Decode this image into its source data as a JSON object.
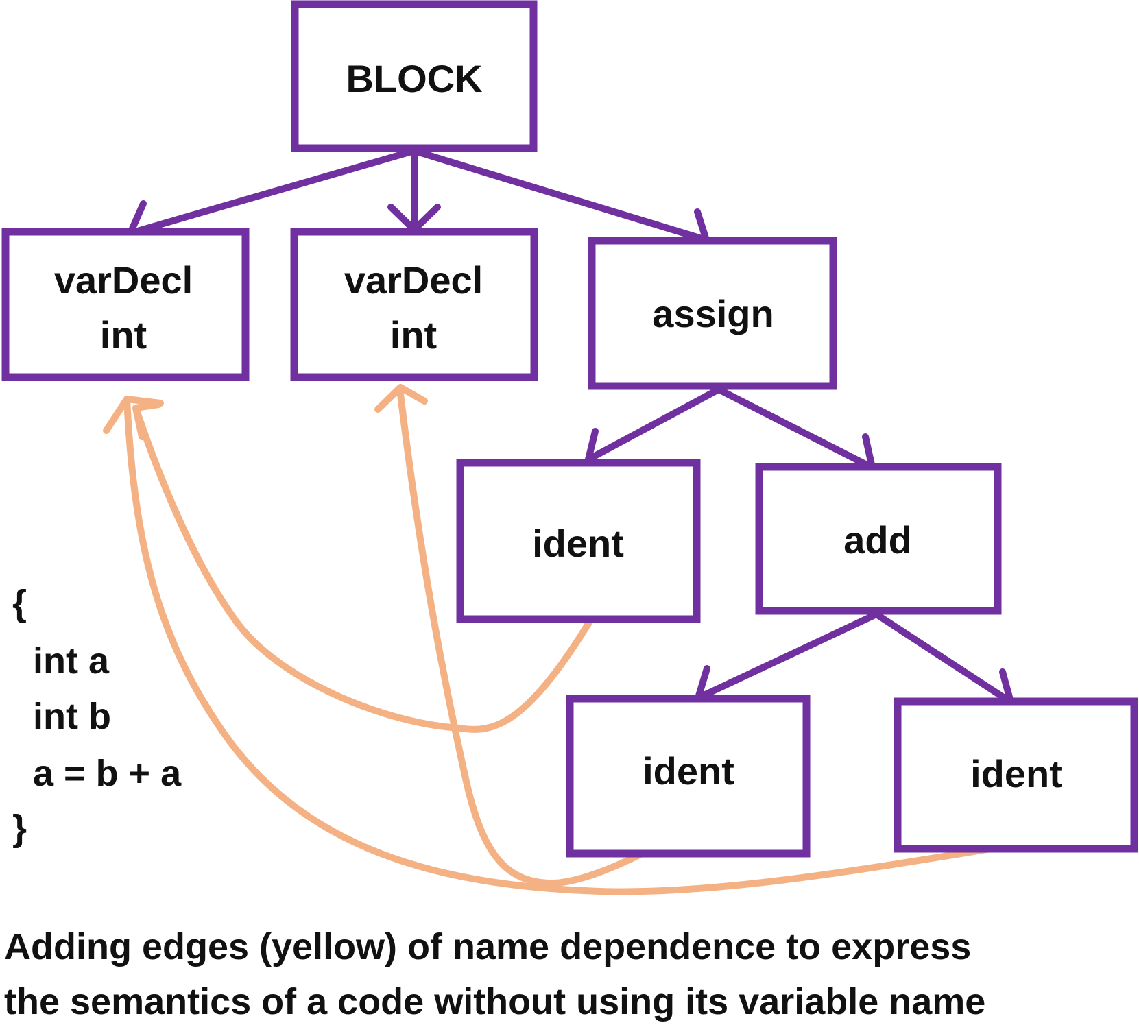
{
  "colors": {
    "tree_edge": "#7030a0",
    "name_edge": "#f4b183",
    "text": "#111111",
    "background": "#ffffff"
  },
  "nodes": {
    "block": {
      "lines": [
        "BLOCK"
      ]
    },
    "vardecl_a": {
      "lines": [
        "varDecl",
        "int"
      ]
    },
    "vardecl_b": {
      "lines": [
        "varDecl",
        "int"
      ]
    },
    "assign": {
      "lines": [
        "assign"
      ]
    },
    "ident_target": {
      "lines": [
        "ident"
      ]
    },
    "add": {
      "lines": [
        "add"
      ]
    },
    "ident_b": {
      "lines": [
        "ident"
      ]
    },
    "ident_a": {
      "lines": [
        "ident"
      ]
    }
  },
  "code": {
    "lines": [
      "{",
      "int a",
      "int b",
      "a = b + a",
      "}"
    ]
  },
  "caption": {
    "lines": [
      "Adding edges (yellow) of name dependence to express",
      "the semantics of a code without using its variable name"
    ]
  }
}
